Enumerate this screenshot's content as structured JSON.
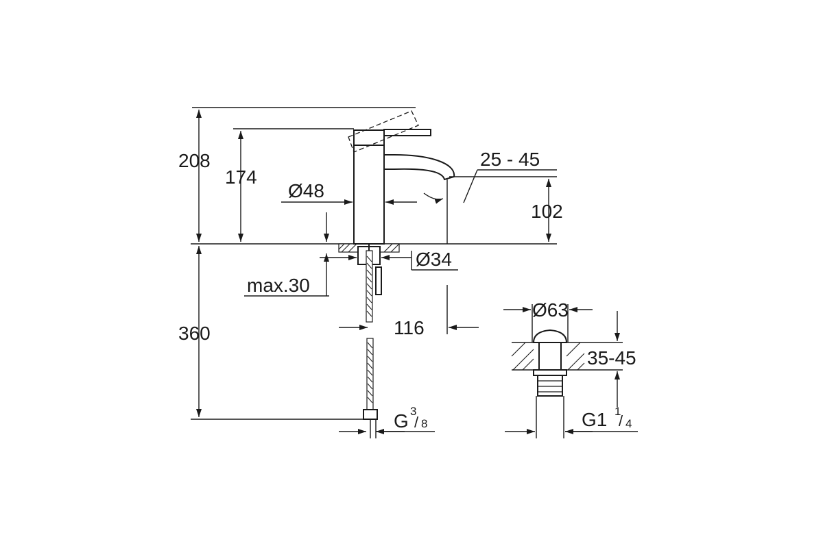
{
  "colors": {
    "line": "#1a1a1a",
    "background": "#ffffff"
  },
  "dimensions": {
    "overall_height": "208",
    "body_height": "174",
    "body_diameter": "Ø48",
    "spout_angle": "25 - 45",
    "spout_height": "102",
    "hole_diameter": "Ø34",
    "max_deck_thickness": "max.30",
    "below_deck_length": "360",
    "spout_reach": "116",
    "hose_thread": {
      "base": "G",
      "num": "3",
      "den": "8"
    },
    "waste_diameter": "Ø63",
    "waste_deck_range": "35-45",
    "waste_thread": {
      "base": "G1",
      "num": "1",
      "den": "4"
    }
  }
}
